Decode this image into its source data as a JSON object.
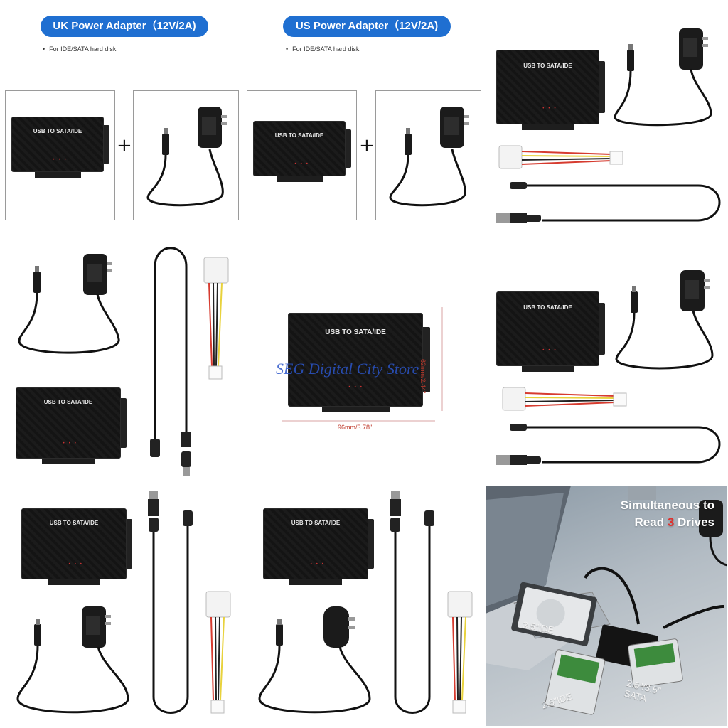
{
  "uk_panel": {
    "title": "UK Power Adapter（12V/2A)",
    "note": "For IDE/SATA hard disk"
  },
  "us_panel": {
    "title": "US Power Adapter（12V/2A)",
    "note": "For IDE/SATA hard disk"
  },
  "plus_sign": "+",
  "device_label": "USB TO SATA/IDE",
  "dimensions": {
    "height": "62mm/2.44\"",
    "width": "96mm/3.78\""
  },
  "watermark": "SEG Digital City Store",
  "photo": {
    "heading_line1": "Simultaneous to",
    "heading_line2_prefix": "Read ",
    "heading_line2_number": "3",
    "heading_line2_suffix": " Drives",
    "tag_ide": "3.5\"IDE",
    "tag_sata_25": "2.5\"IDE",
    "tag_sata_35": "2.5\"/3.5\" SATA"
  },
  "colors": {
    "accent": "#1f6fd1",
    "highlight": "#e0312e",
    "dimension": "#c0392b"
  },
  "icons": [
    "power-adapter-icon",
    "usb-cable-icon",
    "molex-cable-icon"
  ]
}
